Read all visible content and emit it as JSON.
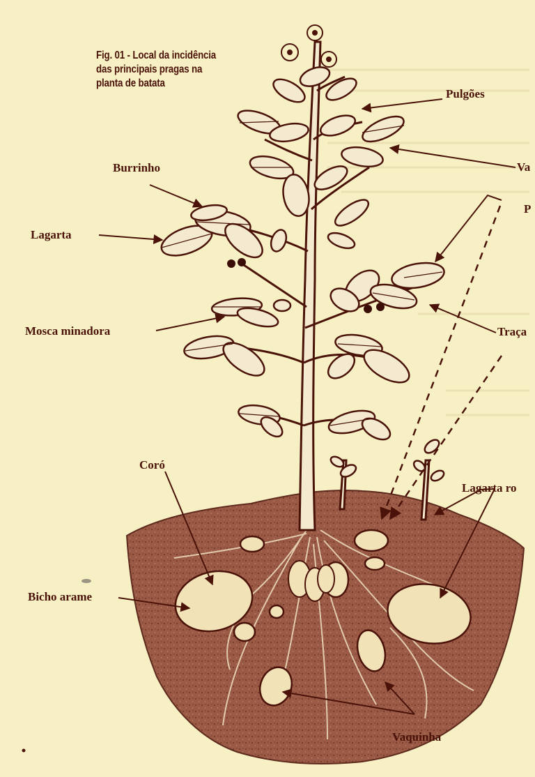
{
  "caption": {
    "line1": "Fig. 01 - Local da incidência",
    "line2": "das principais pragas na",
    "line3": "planta de batata"
  },
  "labels": {
    "pulgoes": "Pulgões",
    "vaquinha_top": "Va",
    "p_top": "P",
    "burrinho": "Burrinho",
    "lagarta": "Lagarta",
    "mosca_minadora": "Mosca minadora",
    "traca": "Traça",
    "coro": "Coró",
    "lagarta_rosca": "Lagarta ro",
    "bicho_arame": "Bicho arame",
    "vaquinha": "Vaquinha"
  },
  "colors": {
    "paper": "#f7f0c4",
    "ink": "#4a1208",
    "soil": "#9a5a45",
    "soil_dark": "#6e3426",
    "tuber": "#f1e2b8",
    "leaf": "#f4ead0"
  }
}
